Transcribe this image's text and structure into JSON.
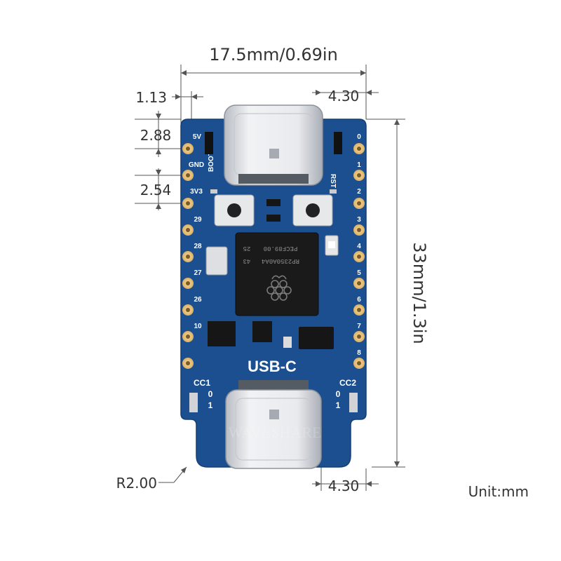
{
  "dimensions": {
    "width": "17.5mm/0.69in",
    "height": "33mm/1.3in",
    "top_left_offset": "1.13",
    "top_right_offset": "4.30",
    "bottom_right_offset": "4.30",
    "pin_to_edge": "2.88",
    "pin_pitch": "2.54",
    "corner_radius": "R2.00",
    "unit": "Unit:mm"
  },
  "board": {
    "pcb_color": "#1c4f8f",
    "pad_color": "#e9c27a",
    "connector_color": "#d8dbe0",
    "left_pins": [
      "5V",
      "GND",
      "3V3",
      "29",
      "28",
      "27",
      "26",
      "10"
    ],
    "right_pins": [
      "0",
      "1",
      "2",
      "3",
      "4",
      "5",
      "6",
      "7",
      "8"
    ],
    "boot_label": "BOOT",
    "rst_label": "RST",
    "usb_label": "USB-C",
    "cc1_label": "CC1",
    "cc2_label": "CC2",
    "cc_left_values": [
      "0",
      "1"
    ],
    "cc_right_values": [
      "0",
      "1"
    ],
    "chip_line_1": "RP2350A0A4",
    "chip_line_2": "PECF89.00",
    "chip_line_3": "25",
    "chip_line_4": "43",
    "watermark": "WAVESHARE",
    "logo_icon": "raspberry-logo-icon"
  }
}
